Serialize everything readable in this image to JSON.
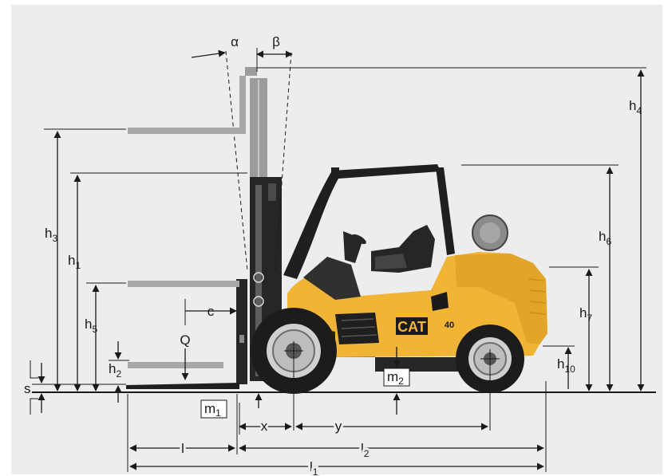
{
  "labels": {
    "alpha": "α",
    "beta": "β",
    "h": "h",
    "sub_1": "1",
    "sub_2": "2",
    "sub_3": "3",
    "sub_4": "4",
    "sub_5": "5",
    "sub_6": "6",
    "sub_7": "7",
    "sub_10": "10",
    "c": "c",
    "Q": "Q",
    "s": "s",
    "m": "m",
    "x": "x",
    "y": "y",
    "l": "l"
  },
  "logo": {
    "brand": "CAT",
    "model": "40"
  },
  "colors": {
    "background": "#ecedee",
    "body_yellow": "#f1b434",
    "body_shadow": "#c98f1c",
    "tire": "#1c1c1c",
    "mast_gray": "#9b9b9b",
    "line": "#1a1a1a"
  }
}
